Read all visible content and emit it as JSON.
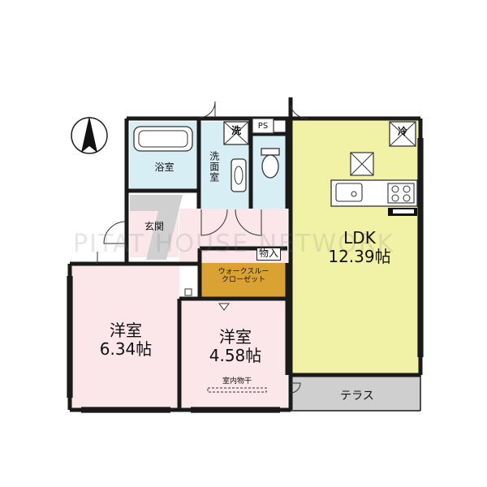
{
  "watermark": "PITAT HOUSE NETWORK",
  "rooms": {
    "ldk": {
      "name": "LDK",
      "size": "12.39帖"
    },
    "western1": {
      "name": "洋室",
      "size": "6.34帖"
    },
    "western2": {
      "name": "洋室",
      "size": "4.58帖"
    },
    "bath": "浴室",
    "washroom": "洗面室",
    "entrance": "玄関",
    "storage": "物入",
    "closet_line1": "ウォークスルー",
    "closet_line2": "クローゼット",
    "indoor_drying": "室内物干",
    "terrace": "テラス",
    "ps": "PS",
    "washer_mark": "洗",
    "fridge_mark": "冷"
  },
  "colors": {
    "ldk": "#f2f2a6",
    "western": "#fbe6e9",
    "closet": "#d9a233",
    "entrance": "#fbe6e9",
    "wet": "#d6eef4",
    "hall": "#d0d0d0",
    "terrace": "#cfcfcf",
    "wall": "#1a1a1a"
  }
}
